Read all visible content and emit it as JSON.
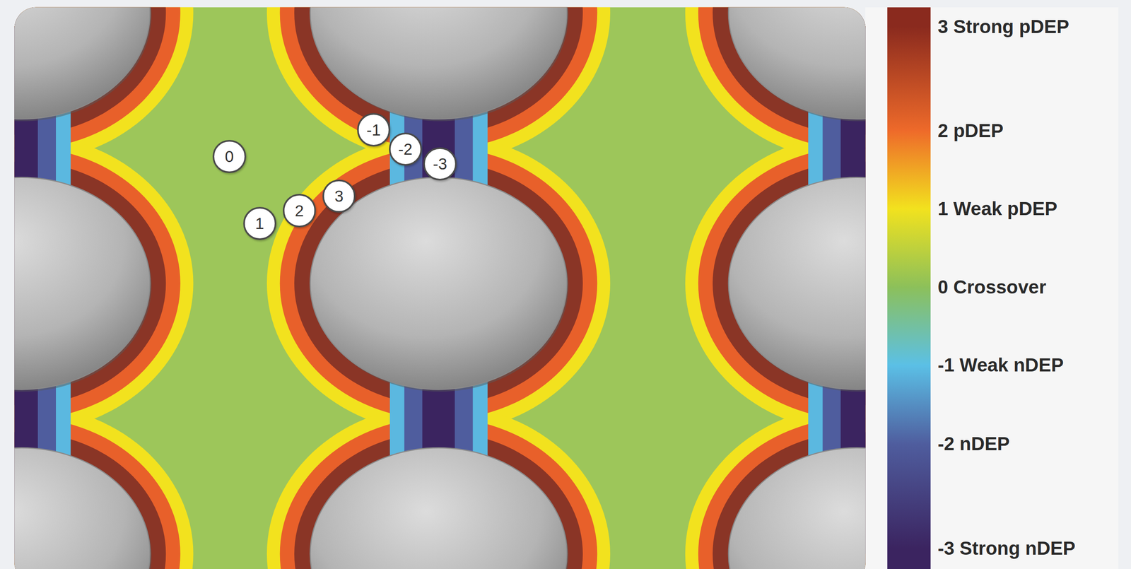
{
  "diagram": {
    "nodes": [
      {
        "text": [
          "-1"
        ]
      },
      {
        "text": [
          "-2"
        ]
      },
      {
        "text": [
          "0"
        ]
      },
      {
        "text": [
          "-3"
        ]
      },
      {
        "text": [
          "3"
        ]
      },
      {
        "text": [
          "2"
        ]
      },
      {
        "text": [
          "1"
        ]
      }
    ],
    "legend": [
      {
        "text": "3 Strong pDEP",
        "color": "#8a2a1e"
      },
      {
        "text": "2 pDEP",
        "color": "#ee6a2a"
      },
      {
        "text": "1 Weak pDEP",
        "color": "#f2e21e"
      },
      {
        "text": "0 Crossover",
        "color": "#8cc05a"
      },
      {
        "text": "-1 Weak nDEP",
        "color": "#5bc0e6"
      },
      {
        "text": "-2 nDEP",
        "color": "#4f5d9e"
      },
      {
        "text": "-3 Strong nDEP",
        "color": "#3b2460"
      }
    ]
  }
}
